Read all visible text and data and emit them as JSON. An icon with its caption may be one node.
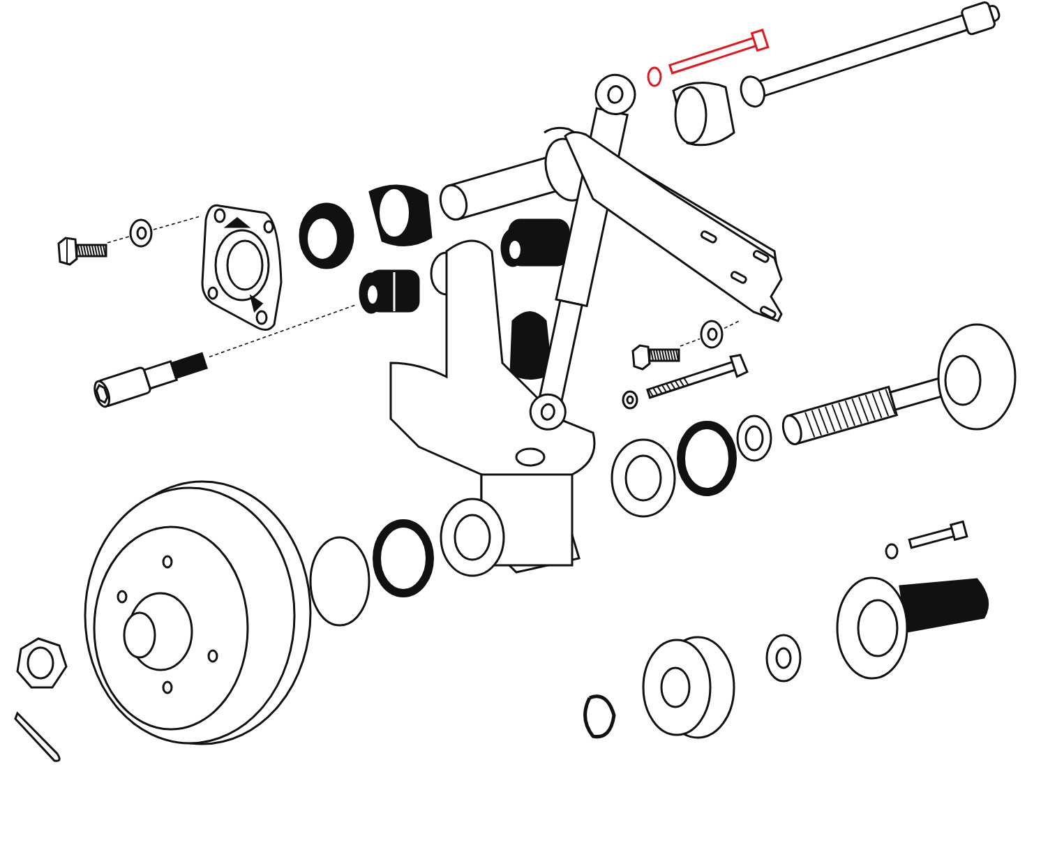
{
  "diagram": {
    "nodes": [
      {
        "text": [],
        "shape": "picture"
      },
      {
        "text": [],
        "shape": "picture"
      },
      {
        "text": [],
        "shape": "picture"
      },
      {
        "text": [],
        "shape": "picture"
      },
      {
        "text": [],
        "shape": "picture"
      },
      {
        "text": [],
        "shape": "picture"
      },
      {
        "text": [],
        "shape": "picture"
      },
      {
        "text": [],
        "shape": "picture"
      }
    ],
    "edges": [
      {
        "from": 0,
        "to": 1,
        "arrow": "none",
        "style": "dashed"
      },
      {
        "from": 1,
        "to": 2,
        "arrow": "none",
        "style": "dashed"
      },
      {
        "from": 3,
        "to": 4,
        "arrow": "none",
        "style": "dashed"
      },
      {
        "from": 5,
        "to": 6,
        "arrow": "none",
        "style": "dashed"
      },
      {
        "from": 6,
        "to": 7,
        "arrow": "none",
        "style": "dashed"
      }
    ]
  }
}
